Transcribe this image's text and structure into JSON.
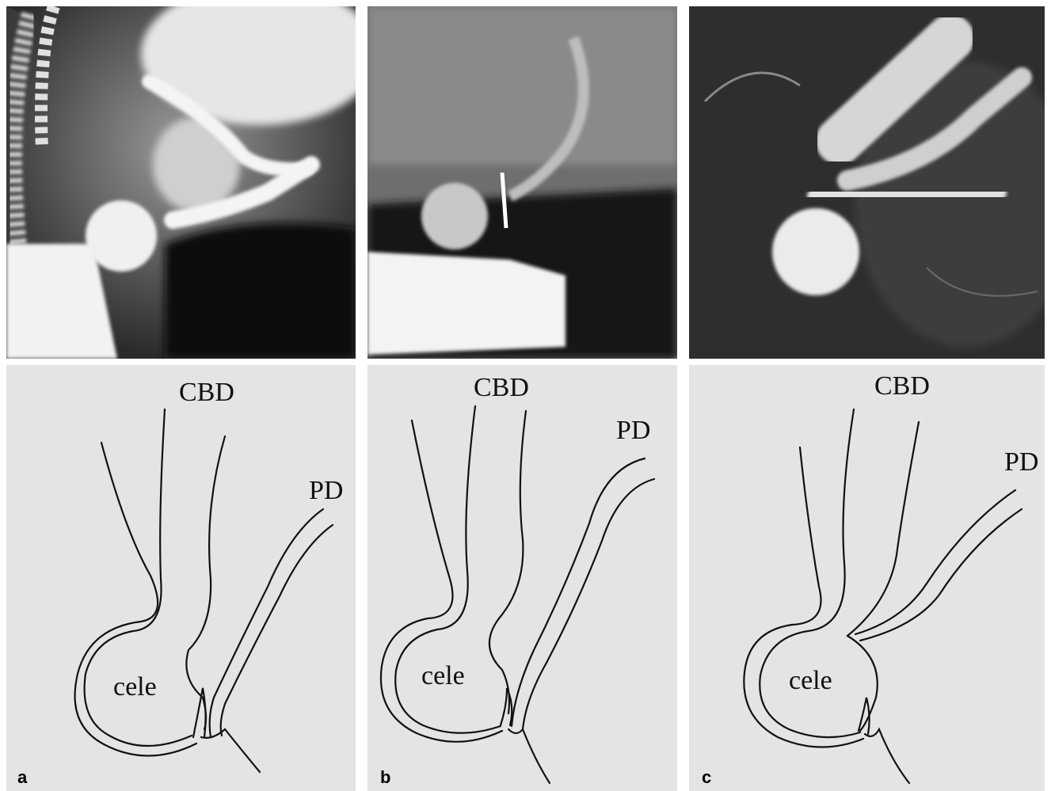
{
  "figure": {
    "panels": [
      {
        "letter": "a",
        "labels": {
          "cbd": "CBD",
          "pd": "PD",
          "cele": "cele"
        }
      },
      {
        "letter": "b",
        "labels": {
          "cbd": "CBD",
          "pd": "PD",
          "cele": "cele"
        }
      },
      {
        "letter": "c",
        "labels": {
          "cbd": "CBD",
          "pd": "PD",
          "cele": "cele"
        }
      }
    ]
  }
}
